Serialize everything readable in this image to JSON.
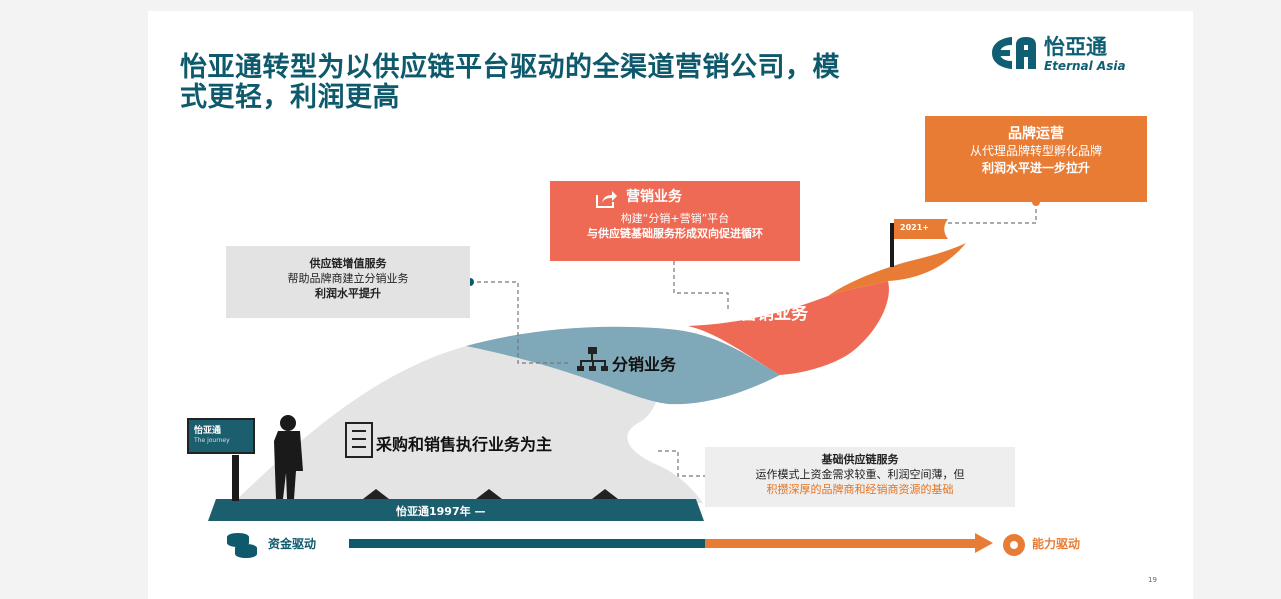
{
  "title": "怡亚通转型为以供应链平台驱动的全渠道营销公司，模式更轻，利润更高",
  "logo": {
    "cn": "怡亞通",
    "en": "Eternal Asia"
  },
  "sign": {
    "text": "怡亚通",
    "sub": "The journey"
  },
  "flag_label": "2021+",
  "stages": {
    "base_label": "怡亚通1997年 —",
    "procurement": "采购和销售执行业务为主",
    "distribution": "分销业务",
    "marketing": "营销业务"
  },
  "callouts": {
    "supply_chain_vas": {
      "title": "供应链增值服务",
      "line1": "帮助品牌商建立分销业务",
      "line2": "利润水平提升"
    },
    "marketing": {
      "title": "营销业务",
      "line1": "构建“分销+营销”平台",
      "line2": "与供应链基础服务形成双向促进循环"
    },
    "brand_ops": {
      "title": "品牌运营",
      "line1": "从代理品牌转型孵化品牌",
      "line2": "利润水平进一步拉升"
    },
    "base_supply_chain": {
      "title": "基础供应链服务",
      "line1": "运作模式上资金需求较重、利润空间薄，但",
      "line2": "积攒深厚的品牌商和经销商资源的基础"
    }
  },
  "axis": {
    "left_label": "资金驱动",
    "right_label": "能力驱动"
  },
  "page_number": "19",
  "colors": {
    "teal": "#0e5a6c",
    "blue_band": "#7fa8b8",
    "red": "#ef6a55",
    "orange": "#e97c34",
    "gray_hill": "#e4e4e4"
  }
}
